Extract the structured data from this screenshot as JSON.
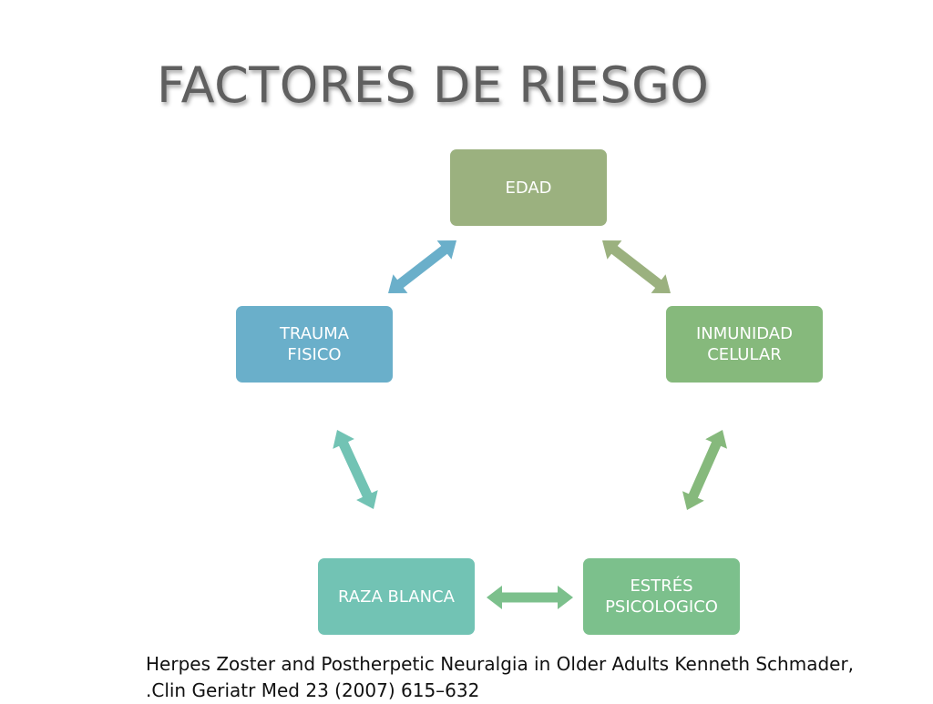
{
  "title": "FACTORES DE RIESGO",
  "nodes": [
    {
      "id": "edad",
      "label": "EDAD",
      "color": "#9bb17f"
    },
    {
      "id": "inmunidad",
      "label": "INMUNIDAD\nCELULAR",
      "color": "#86b97c"
    },
    {
      "id": "estres",
      "label": "ESTRÉS\nPSICOLOGICO",
      "color": "#7cc08c"
    },
    {
      "id": "raza",
      "label": "RAZA BLANCA",
      "color": "#72c3b4"
    },
    {
      "id": "trauma",
      "label": "TRAUMA\nFISICO",
      "color": "#6aafca"
    }
  ],
  "arrow_colors": {
    "edad_inmunidad": "#9bb17f",
    "inmunidad_estres": "#86b97c",
    "estres_raza": "#7cc08c",
    "raza_trauma": "#72c3b4",
    "trauma_edad": "#6aafca"
  },
  "citation": {
    "line1": "Herpes Zoster and Postherpetic Neuralgia in Older Adults Kenneth Schmader,",
    "line2": ".Clin Geriatr Med 23 (2007) 615–632"
  }
}
